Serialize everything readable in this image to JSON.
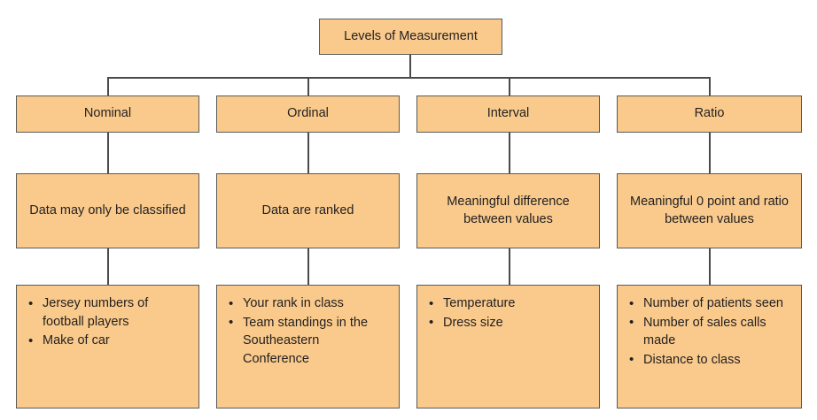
{
  "diagram": {
    "type": "hierarchy-flowchart",
    "root": {
      "label": "Levels of Measurement"
    },
    "columns": [
      {
        "key": "nominal",
        "level_label": "Nominal",
        "definition": "Data may only be classified",
        "examples": [
          "Jersey numbers of football players",
          "Make of car"
        ]
      },
      {
        "key": "ordinal",
        "level_label": "Ordinal",
        "definition": "Data are ranked",
        "examples": [
          "Your rank in class",
          "Team standings in the Southeastern Conference"
        ]
      },
      {
        "key": "interval",
        "level_label": "Interval",
        "definition": "Meaningful difference between values",
        "examples": [
          "Temperature",
          "Dress size"
        ]
      },
      {
        "key": "ratio",
        "level_label": "Ratio",
        "definition": "Meaningful 0 point and ratio between values",
        "examples": [
          "Number of patients seen",
          "Number of sales calls made",
          "Distance to class"
        ]
      }
    ],
    "colors": {
      "box_fill": "#f9ca8c",
      "box_border": "#5a5a58",
      "connector": "#4a4a48",
      "text": "#231f20",
      "background": "#ffffff"
    }
  }
}
